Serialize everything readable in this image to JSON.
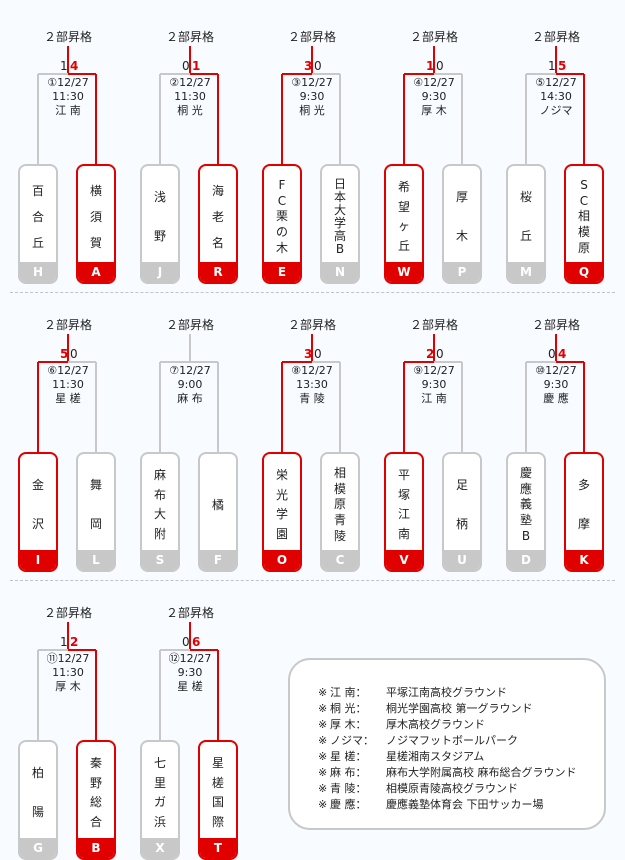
{
  "title_text": "２部昇格",
  "matches": [
    {
      "no": "①",
      "date": "12/27",
      "time": "11:30",
      "venue": "江 南",
      "scores": [
        "1",
        "4"
      ],
      "winner": 1,
      "teams": [
        {
          "name": [
            "百",
            "合",
            "丘"
          ],
          "code": "H"
        },
        {
          "name": [
            "横",
            "須",
            "賀"
          ],
          "code": "A"
        }
      ]
    },
    {
      "no": "②",
      "date": "12/27",
      "time": "11:30",
      "venue": "桐 光",
      "scores": [
        "0",
        "1"
      ],
      "winner": 1,
      "teams": [
        {
          "name": [
            "浅",
            "野"
          ],
          "code": "J"
        },
        {
          "name": [
            "海",
            "老",
            "名"
          ],
          "code": "R"
        }
      ]
    },
    {
      "no": "③",
      "date": "12/27",
      "time": "9:30",
      "venue": "桐 光",
      "scores": [
        "3",
        "0"
      ],
      "winner": 0,
      "teams": [
        {
          "name": [
            "F",
            "C",
            "栗",
            "の",
            "木"
          ],
          "code": "E"
        },
        {
          "name": [
            "日",
            "本",
            "大",
            "学",
            "高",
            "B"
          ],
          "code": "N"
        }
      ]
    },
    {
      "no": "④",
      "date": "12/27",
      "time": "9:30",
      "venue": "厚 木",
      "scores": [
        "1",
        "0"
      ],
      "winner": 0,
      "teams": [
        {
          "name": [
            "希",
            "望",
            "ヶ",
            "丘"
          ],
          "code": "W"
        },
        {
          "name": [
            "厚",
            "木"
          ],
          "code": "P"
        }
      ]
    },
    {
      "no": "⑤",
      "date": "12/27",
      "time": "14:30",
      "venue": "ノジマ",
      "scores": [
        "1",
        "5"
      ],
      "winner": 1,
      "teams": [
        {
          "name": [
            "桜",
            "丘"
          ],
          "code": "M"
        },
        {
          "name": [
            "S",
            "C",
            "相",
            "模",
            "原"
          ],
          "code": "Q"
        }
      ]
    },
    {
      "no": "⑥",
      "date": "12/27",
      "time": "11:30",
      "venue": "星 槎",
      "scores": [
        "5",
        "0"
      ],
      "winner": 0,
      "teams": [
        {
          "name": [
            "金",
            "沢"
          ],
          "code": "I"
        },
        {
          "name": [
            "舞",
            "岡"
          ],
          "code": "L"
        }
      ]
    },
    {
      "no": "⑦",
      "date": "12/27",
      "time": "9:00",
      "venue": "麻 布",
      "scores": [
        "",
        ""
      ],
      "winner": -1,
      "teams": [
        {
          "name": [
            "麻",
            "布",
            "大",
            "附"
          ],
          "code": "S"
        },
        {
          "name": [
            "橘"
          ],
          "code": "F"
        }
      ]
    },
    {
      "no": "⑧",
      "date": "12/27",
      "time": "13:30",
      "venue": "青 陵",
      "scores": [
        "3",
        "0"
      ],
      "winner": 0,
      "teams": [
        {
          "name": [
            "栄",
            "光",
            "学",
            "園"
          ],
          "code": "O"
        },
        {
          "name": [
            "相",
            "模",
            "原",
            "青",
            "陵"
          ],
          "code": "C"
        }
      ]
    },
    {
      "no": "⑨",
      "date": "12/27",
      "time": "9:30",
      "venue": "江 南",
      "scores": [
        "2",
        "0"
      ],
      "winner": 0,
      "teams": [
        {
          "name": [
            "平",
            "塚",
            "江",
            "南"
          ],
          "code": "V"
        },
        {
          "name": [
            "足",
            "柄"
          ],
          "code": "U"
        }
      ]
    },
    {
      "no": "⑩",
      "date": "12/27",
      "time": "9:30",
      "venue": "慶 應",
      "scores": [
        "0",
        "4"
      ],
      "winner": 1,
      "teams": [
        {
          "name": [
            "慶",
            "應",
            "義",
            "塾",
            "B"
          ],
          "code": "D"
        },
        {
          "name": [
            "多",
            "摩"
          ],
          "code": "K"
        }
      ]
    },
    {
      "no": "⑪",
      "date": "12/27",
      "time": "11:30",
      "venue": "厚 木",
      "scores": [
        "1",
        "2"
      ],
      "winner": 1,
      "teams": [
        {
          "name": [
            "柏",
            "陽"
          ],
          "code": "G"
        },
        {
          "name": [
            "秦",
            "野",
            "総",
            "合"
          ],
          "code": "B"
        }
      ]
    },
    {
      "no": "⑫",
      "date": "12/27",
      "time": "9:30",
      "venue": "星 槎",
      "scores": [
        "0",
        "6"
      ],
      "winner": 1,
      "teams": [
        {
          "name": [
            "七",
            "里",
            "ガ",
            "浜"
          ],
          "code": "X"
        },
        {
          "name": [
            "星",
            "槎",
            "国",
            "際"
          ],
          "code": "T"
        }
      ]
    }
  ],
  "legend": [
    {
      "mark": "※",
      "key": "江 南：",
      "value": "平塚江南高校グラウンド"
    },
    {
      "mark": "※",
      "key": "桐 光：",
      "value": "桐光学園高校 第一グラウンド"
    },
    {
      "mark": "※",
      "key": "厚 木：",
      "value": "厚木高校グラウンド"
    },
    {
      "mark": "※",
      "key": "ノジマ：",
      "value": "ノジマフットボールパーク"
    },
    {
      "mark": "※",
      "key": "星 槎：",
      "value": "星槎湘南スタジアム"
    },
    {
      "mark": "※",
      "key": "麻 布：",
      "value": "麻布大学附属高校 麻布総合グラウンド"
    },
    {
      "mark": "※",
      "key": "青 陵：",
      "value": "相模原青陵高校グラウンド"
    },
    {
      "mark": "※",
      "key": "慶 應：",
      "value": "慶應義塾体育会 下田サッカー場"
    }
  ],
  "colors": {
    "win": "#e00000",
    "neutral": "#c8c8c8"
  }
}
